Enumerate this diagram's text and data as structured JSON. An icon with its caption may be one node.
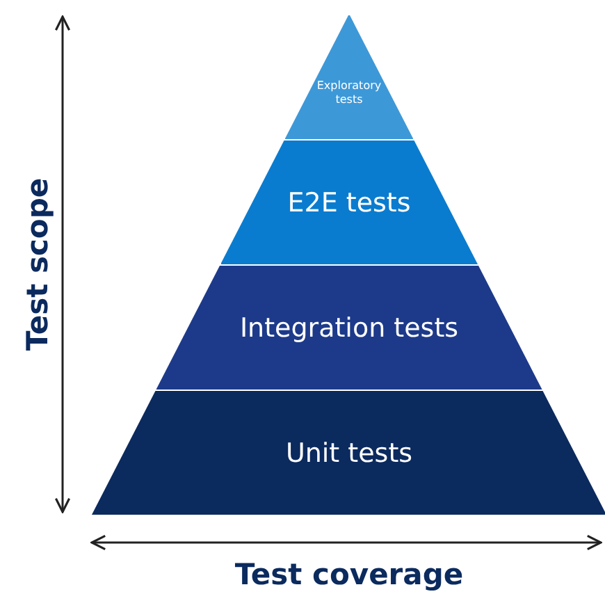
{
  "diagram": {
    "nodes": [
      {
        "text": [
          "Exploratory tests"
        ]
      },
      {
        "text": [
          "E2E tests"
        ]
      },
      {
        "text": [
          "Integration tests"
        ]
      },
      {
        "text": [
          "Unit tests"
        ]
      }
    ],
    "labels": [
      "Test scope",
      "Test coverage"
    ]
  }
}
